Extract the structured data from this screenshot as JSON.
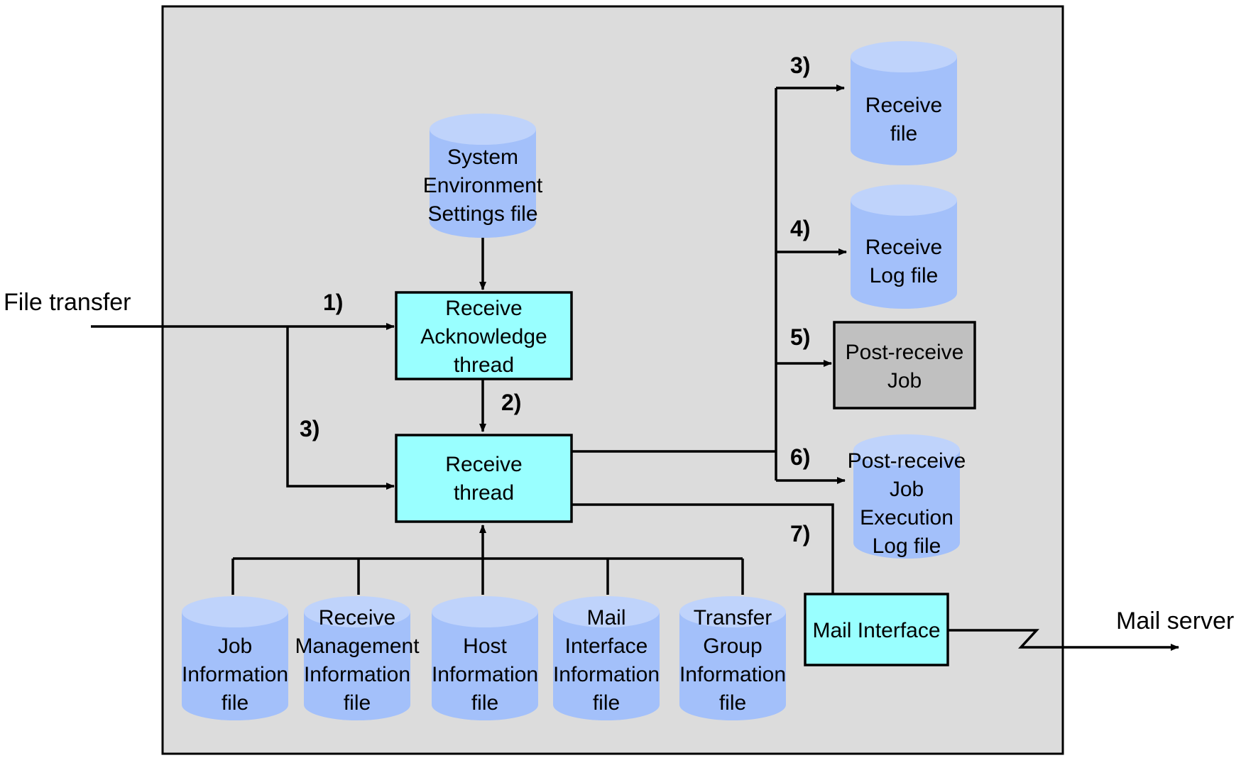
{
  "external": {
    "file_transfer": "File transfer",
    "mail_server": "Mail server"
  },
  "steps": {
    "s1": "1)",
    "s2": "2)",
    "s3_left": "3)",
    "s3_right": "3)",
    "s4": "4)",
    "s5": "5)",
    "s6": "6)",
    "s7": "7)"
  },
  "processes": {
    "receive_ack_thread": [
      "Receive",
      "Acknowledge",
      "thread"
    ],
    "receive_thread": [
      "Receive",
      "thread"
    ],
    "mail_interface": [
      "Mail Interface"
    ],
    "post_receive_job": [
      "Post-receive",
      "Job"
    ]
  },
  "files": {
    "system_env": [
      "System",
      "Environment",
      "Settings  file"
    ],
    "receive_file": [
      "Receive",
      "file"
    ],
    "receive_log": [
      "Receive",
      "Log  file"
    ],
    "post_receive_job_exec_log": [
      "Post-receive",
      "Job",
      "Execution",
      "Log  file"
    ],
    "job_info": [
      "Job",
      "Information",
      "file"
    ],
    "receive_mgmt": [
      "Receive",
      "Management",
      "Information",
      "file"
    ],
    "host_info": [
      "Host",
      "Information",
      "file"
    ],
    "mail_if_info": [
      "Mail",
      "Interface",
      "Information",
      "file"
    ],
    "transfer_group": [
      "Transfer",
      "Group",
      "Information",
      "file"
    ]
  },
  "colors": {
    "background_panel": "#dcdcdc",
    "cylinder_fill": "#a3c0fa",
    "cylinder_top": "#bfd3fb",
    "process_fill": "#99ffff",
    "job_fill": "#c0c0c0"
  }
}
